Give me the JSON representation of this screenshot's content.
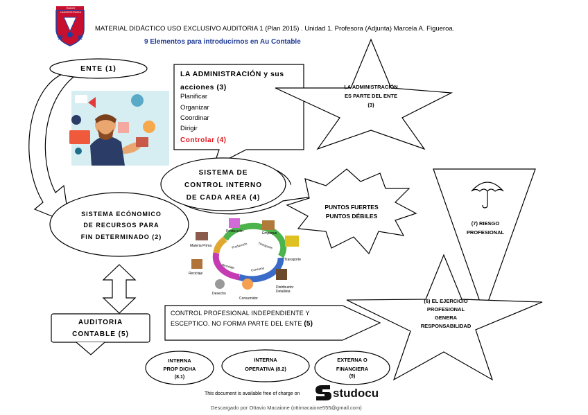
{
  "header": {
    "line": "MATERIAL DIDÁCTICO USO EXCLUSIVO AUDITORIA 1 (Plan 2015) . Unidad 1.  Profesora (Adjunta) Marcela A. Figueroa.",
    "subtitle": "9 Elementos para introducirnos en Au Contable",
    "logo_text": "RADIO UNIVERSITARIA"
  },
  "ente": {
    "label": "ENTE (1)"
  },
  "admin_box": {
    "title": "LA ADMINISTRACIÓN y sus acciones (3)",
    "actions": [
      "Planificar",
      "Organizar",
      "Coordinar",
      "Dirigir"
    ],
    "control": "Controlar (4)"
  },
  "star_admin": {
    "lines": [
      "LA ADMINISTRACIÓN",
      "ES PARTE DEL ENTE",
      "(3)"
    ]
  },
  "control_interno": {
    "lines": [
      "SISTEMA DE",
      "CONTROL INTERNO",
      "DE CADA AREA (4)"
    ]
  },
  "puntos": {
    "lines": [
      "PUNTOS FUERTES",
      "PUNTOS DÉBILES"
    ]
  },
  "sistema_economico": {
    "lines": [
      "SISTEMA ECÓNOMICO",
      "DE RECURSOS PARA",
      "FIN DETERMINADO (2)"
    ]
  },
  "riesgo": {
    "lines": [
      "(7) RIESGO",
      "PROFESIONAL"
    ]
  },
  "ejercicio": {
    "lines": [
      "(6) EL EJERCICIO",
      "PROFESIONAL",
      "GENERA",
      "RESPONSABILIDAD"
    ]
  },
  "auditoria": {
    "lines": [
      "AUDITORIA",
      "CONTABLE (5)"
    ]
  },
  "control_prof": {
    "line1": "CONTROL PROFESIONAL INDEPENDIENTE  Y",
    "line2": "ESCEPTICO. NO FORMA PARTE DEL ENTE",
    "num": "(5)"
  },
  "ovals": {
    "interna1": [
      "INTERNA",
      "PROP DICHA",
      "(8.1)"
    ],
    "interna2": [
      "INTERNA",
      "OPERATIVA (8.2)"
    ],
    "externa": [
      "EXTERNA O",
      "FINANCIERA",
      "(9)"
    ]
  },
  "cycle_labels": [
    "Producción",
    "Empaque",
    "Transporte",
    "Distribuidor Detallista",
    "Consumidor",
    "Desecho",
    "Reciclaje",
    "Materia Prima"
  ],
  "cycle_arrow_labels": [
    "Producción",
    "Transporte",
    "Consumo",
    "Reciclaje"
  ],
  "footer": {
    "available": "This document is available free of charge on",
    "brand": "studocu",
    "downloaded": "Descargado por Ottavio Macaione (ottimacaione555@gmail.com)"
  },
  "colors": {
    "header_blue": "#1f3a93",
    "control_red": "#e0151b",
    "shield_red": "#c8102e",
    "shield_blue": "#1e3fa0"
  }
}
